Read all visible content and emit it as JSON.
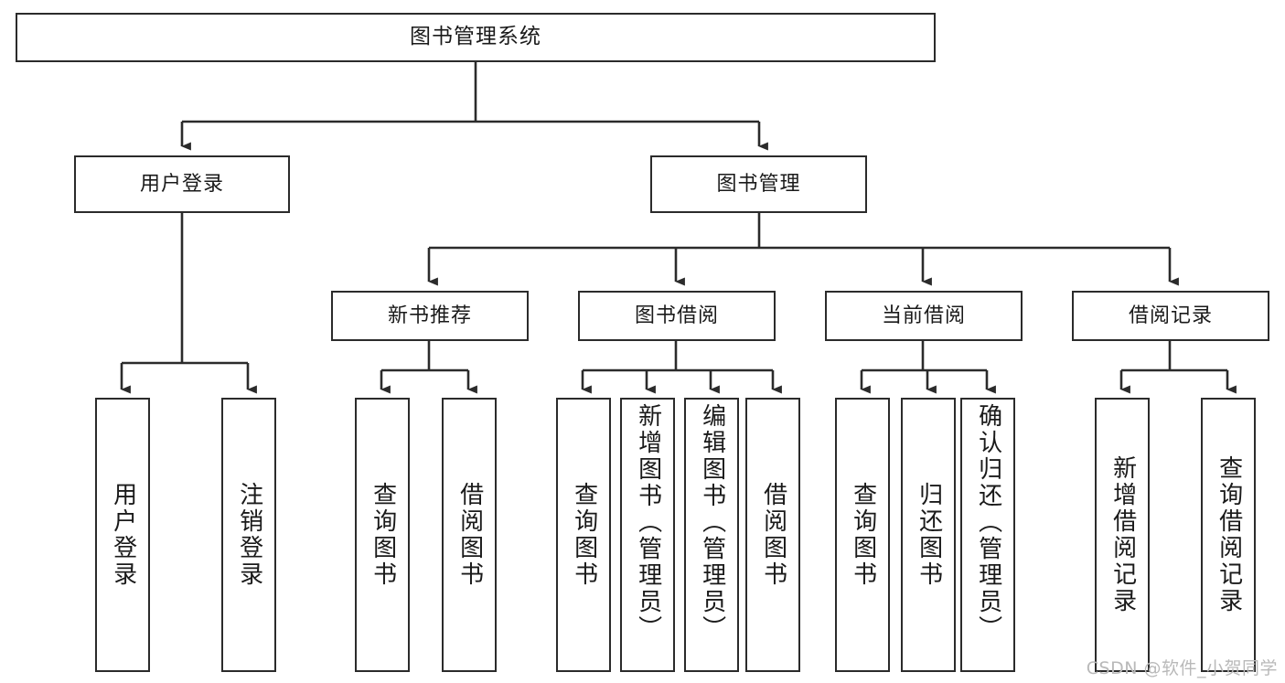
{
  "diagram": {
    "type": "tree-hierarchy",
    "title": "图书管理系统",
    "watermark": "CSDN @软件_小贺同学",
    "colors": {
      "stroke": "#2b2b2b",
      "fill": "#ffffff",
      "text": "#1a1a1a",
      "watermark": "#b9b9b9"
    },
    "nodes": {
      "root": {
        "label": "图书管理系统"
      },
      "level2": [
        {
          "id": "user-login",
          "label": "用户登录"
        },
        {
          "id": "book-manage",
          "label": "图书管理"
        }
      ],
      "level3": [
        {
          "id": "new-book-recommend",
          "label": "新书推荐"
        },
        {
          "id": "book-borrow",
          "label": "图书借阅"
        },
        {
          "id": "current-borrow",
          "label": "当前借阅"
        },
        {
          "id": "borrow-record",
          "label": "借阅记录"
        }
      ],
      "leaves": [
        {
          "id": "leaf-user-login",
          "label": "用户登录",
          "parent": "user-login"
        },
        {
          "id": "leaf-logout",
          "label": "注销登录",
          "parent": "user-login"
        },
        {
          "id": "leaf-query-book-1",
          "label": "查询图书",
          "parent": "new-book-recommend"
        },
        {
          "id": "leaf-borrow-book-1",
          "label": "借阅图书",
          "parent": "new-book-recommend"
        },
        {
          "id": "leaf-query-book-2",
          "label": "查询图书",
          "parent": "book-borrow"
        },
        {
          "id": "leaf-add-book",
          "label": "新增图书（管理员）",
          "parent": "book-borrow"
        },
        {
          "id": "leaf-edit-book",
          "label": "编辑图书（管理员）",
          "parent": "book-borrow"
        },
        {
          "id": "leaf-borrow-book-2",
          "label": "借阅图书",
          "parent": "book-borrow"
        },
        {
          "id": "leaf-query-book-3",
          "label": "查询图书",
          "parent": "current-borrow"
        },
        {
          "id": "leaf-return-book",
          "label": "归还图书",
          "parent": "current-borrow"
        },
        {
          "id": "leaf-confirm-return",
          "label": "确认归还（管理员）",
          "parent": "current-borrow"
        },
        {
          "id": "leaf-add-record",
          "label": "新增借阅记录",
          "parent": "borrow-record"
        },
        {
          "id": "leaf-query-record",
          "label": "查询借阅记录",
          "parent": "borrow-record"
        }
      ]
    }
  }
}
